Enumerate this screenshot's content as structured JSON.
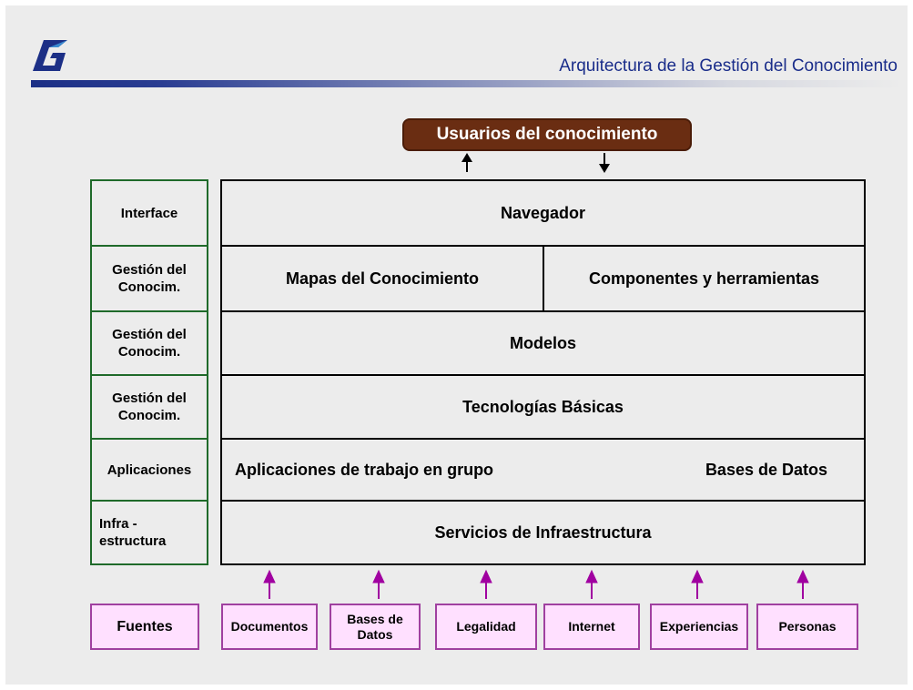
{
  "header": {
    "title": "Arquitectura de la Gestión del Conocimiento",
    "logo_icon": "g-logo-icon"
  },
  "users_label": "Usuarios del conocimiento",
  "layers": {
    "navegador": "Navegador",
    "mapas": "Mapas del Conocimiento",
    "componentes": "Componentes y herramientas",
    "modelos": "Modelos",
    "tecnologias": "Tecnologías Básicas",
    "aplicaciones_grupo": "Aplicaciones de trabajo en grupo",
    "bases_datos": "Bases de Datos",
    "servicios": "Servicios de Infraestructura"
  },
  "left_labels": [
    "Interface",
    "Gestión del\nConocim.",
    "Gestión del\nConocim.",
    "Gestión del\nConocim.",
    "Aplicaciones",
    "Infra -\nestructura"
  ],
  "sources": {
    "label": "Fuentes",
    "items": [
      "Documentos",
      "Bases de\nDatos",
      "Legalidad",
      "Internet",
      "Experiencias",
      "Personas"
    ]
  },
  "colors": {
    "title": "#1a2d8a",
    "users_box": "#6a2d12",
    "left_border": "#1f6a2a",
    "source_fill": "#ffe0ff",
    "source_border": "#a040a0",
    "source_arrow": "#a000a0"
  }
}
